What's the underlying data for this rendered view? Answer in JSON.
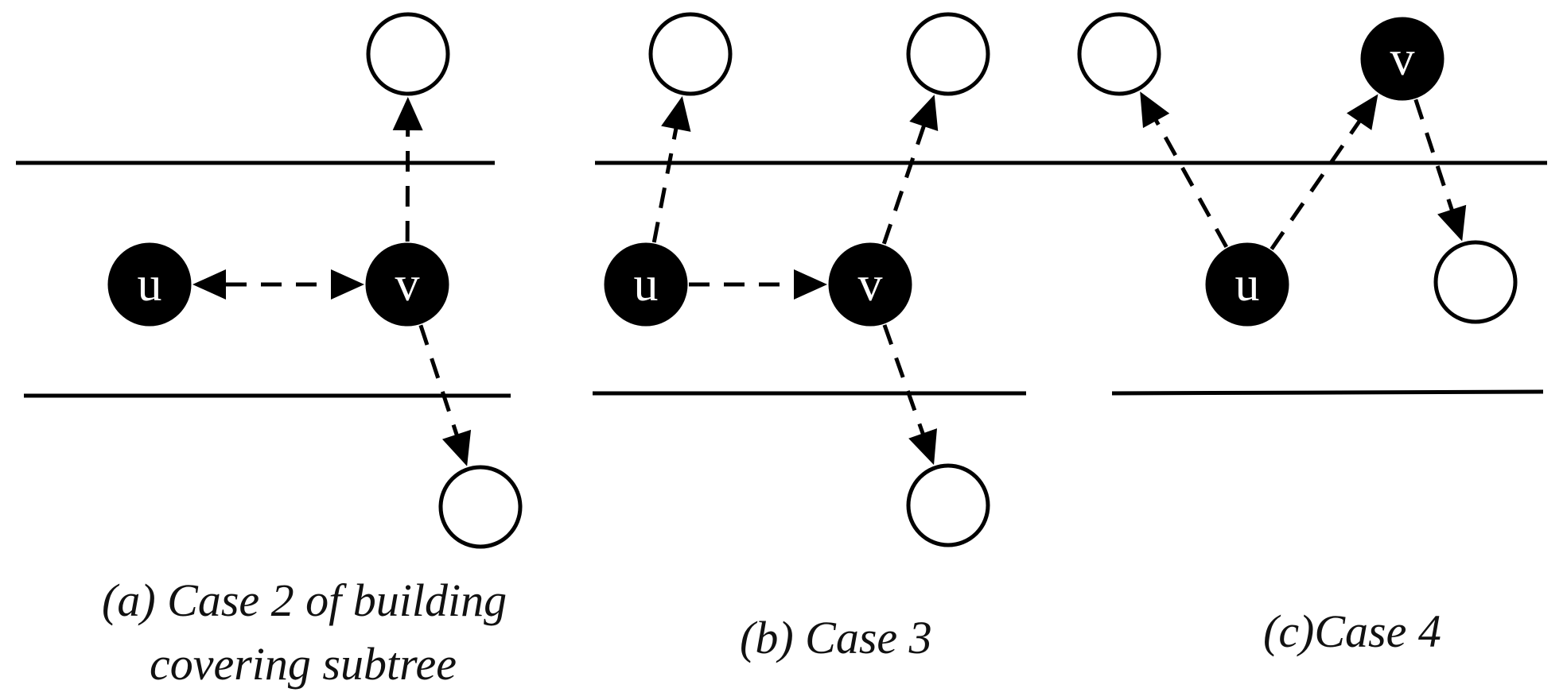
{
  "colors": {
    "ink": "#000000",
    "background": "#ffffff",
    "filled_node_text": "#ffffff"
  },
  "panels": [
    {
      "id": "a",
      "caption_lines": [
        "(a) Case 2 of building",
        "covering subtree"
      ],
      "nodes": [
        {
          "id": "a-top",
          "label": "",
          "filled": false
        },
        {
          "id": "a-u",
          "label": "u",
          "filled": true
        },
        {
          "id": "a-v",
          "label": "v",
          "filled": true
        },
        {
          "id": "a-bottom",
          "label": "",
          "filled": false
        }
      ],
      "edges": [
        {
          "from": "a-v",
          "to": "a-top",
          "style": "dashed",
          "arrow": "end"
        },
        {
          "from": "a-u",
          "to": "a-v",
          "style": "dashed",
          "arrow": "both"
        },
        {
          "from": "a-v",
          "to": "a-bottom",
          "style": "dashed",
          "arrow": "end"
        }
      ]
    },
    {
      "id": "b",
      "caption_lines": [
        "(b) Case 3"
      ],
      "nodes": [
        {
          "id": "b-top1",
          "label": "",
          "filled": false
        },
        {
          "id": "b-top2",
          "label": "",
          "filled": false
        },
        {
          "id": "b-u",
          "label": "u",
          "filled": true
        },
        {
          "id": "b-v",
          "label": "v",
          "filled": true
        },
        {
          "id": "b-bottom",
          "label": "",
          "filled": false
        }
      ],
      "edges": [
        {
          "from": "b-u",
          "to": "b-top1",
          "style": "dashed",
          "arrow": "end"
        },
        {
          "from": "b-u",
          "to": "b-v",
          "style": "dashed",
          "arrow": "end"
        },
        {
          "from": "b-v",
          "to": "b-top2",
          "style": "dashed",
          "arrow": "end"
        },
        {
          "from": "b-v",
          "to": "b-bottom",
          "style": "dashed",
          "arrow": "end"
        }
      ]
    },
    {
      "id": "c",
      "caption_lines": [
        "(c)Case 4"
      ],
      "nodes": [
        {
          "id": "c-top",
          "label": "",
          "filled": false
        },
        {
          "id": "c-v",
          "label": "v",
          "filled": true
        },
        {
          "id": "c-u",
          "label": "u",
          "filled": true
        },
        {
          "id": "c-right",
          "label": "",
          "filled": false
        }
      ],
      "edges": [
        {
          "from": "c-u",
          "to": "c-top",
          "style": "dashed",
          "arrow": "end"
        },
        {
          "from": "c-u",
          "to": "c-v",
          "style": "dashed",
          "arrow": "end"
        },
        {
          "from": "c-v",
          "to": "c-right",
          "style": "dashed",
          "arrow": "end"
        }
      ]
    }
  ]
}
